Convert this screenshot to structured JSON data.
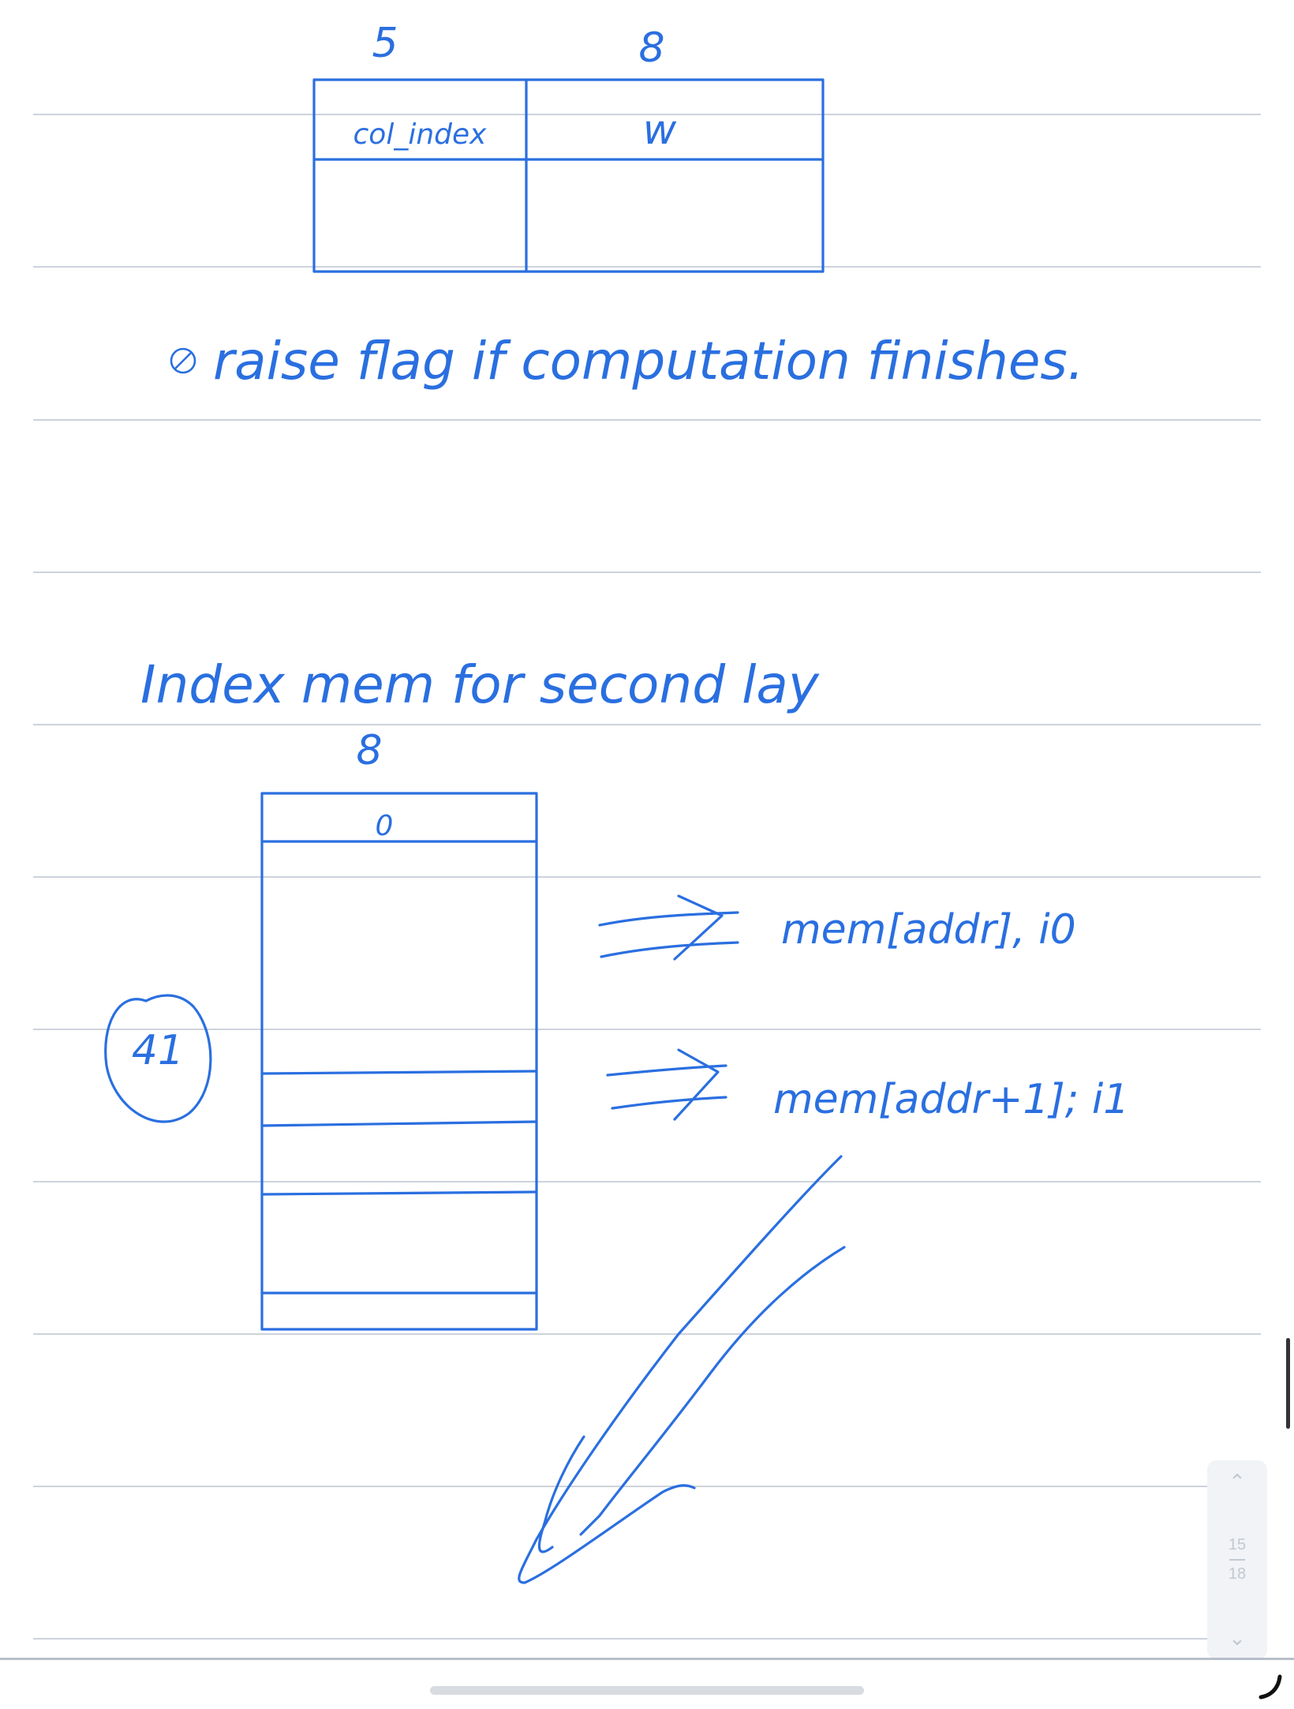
{
  "notes": {
    "top_table": {
      "header_numbers": [
        "5",
        "8"
      ],
      "cells": [
        "col_index",
        "w"
      ]
    },
    "flag_note": "raise flag if computation finishes.",
    "section_heading": "Index mem for second lay",
    "index_mem": {
      "width_label": "8",
      "first_cell": "0"
    },
    "arrow_lines": [
      "mem[addr], i0",
      "mem[addr+1]; i1"
    ],
    "circled_number": "41"
  },
  "page_nav": {
    "current_page": "15",
    "total_pages": "18"
  },
  "colors": {
    "ink": "#2a6fe0",
    "rule": "#cdd3dc"
  }
}
